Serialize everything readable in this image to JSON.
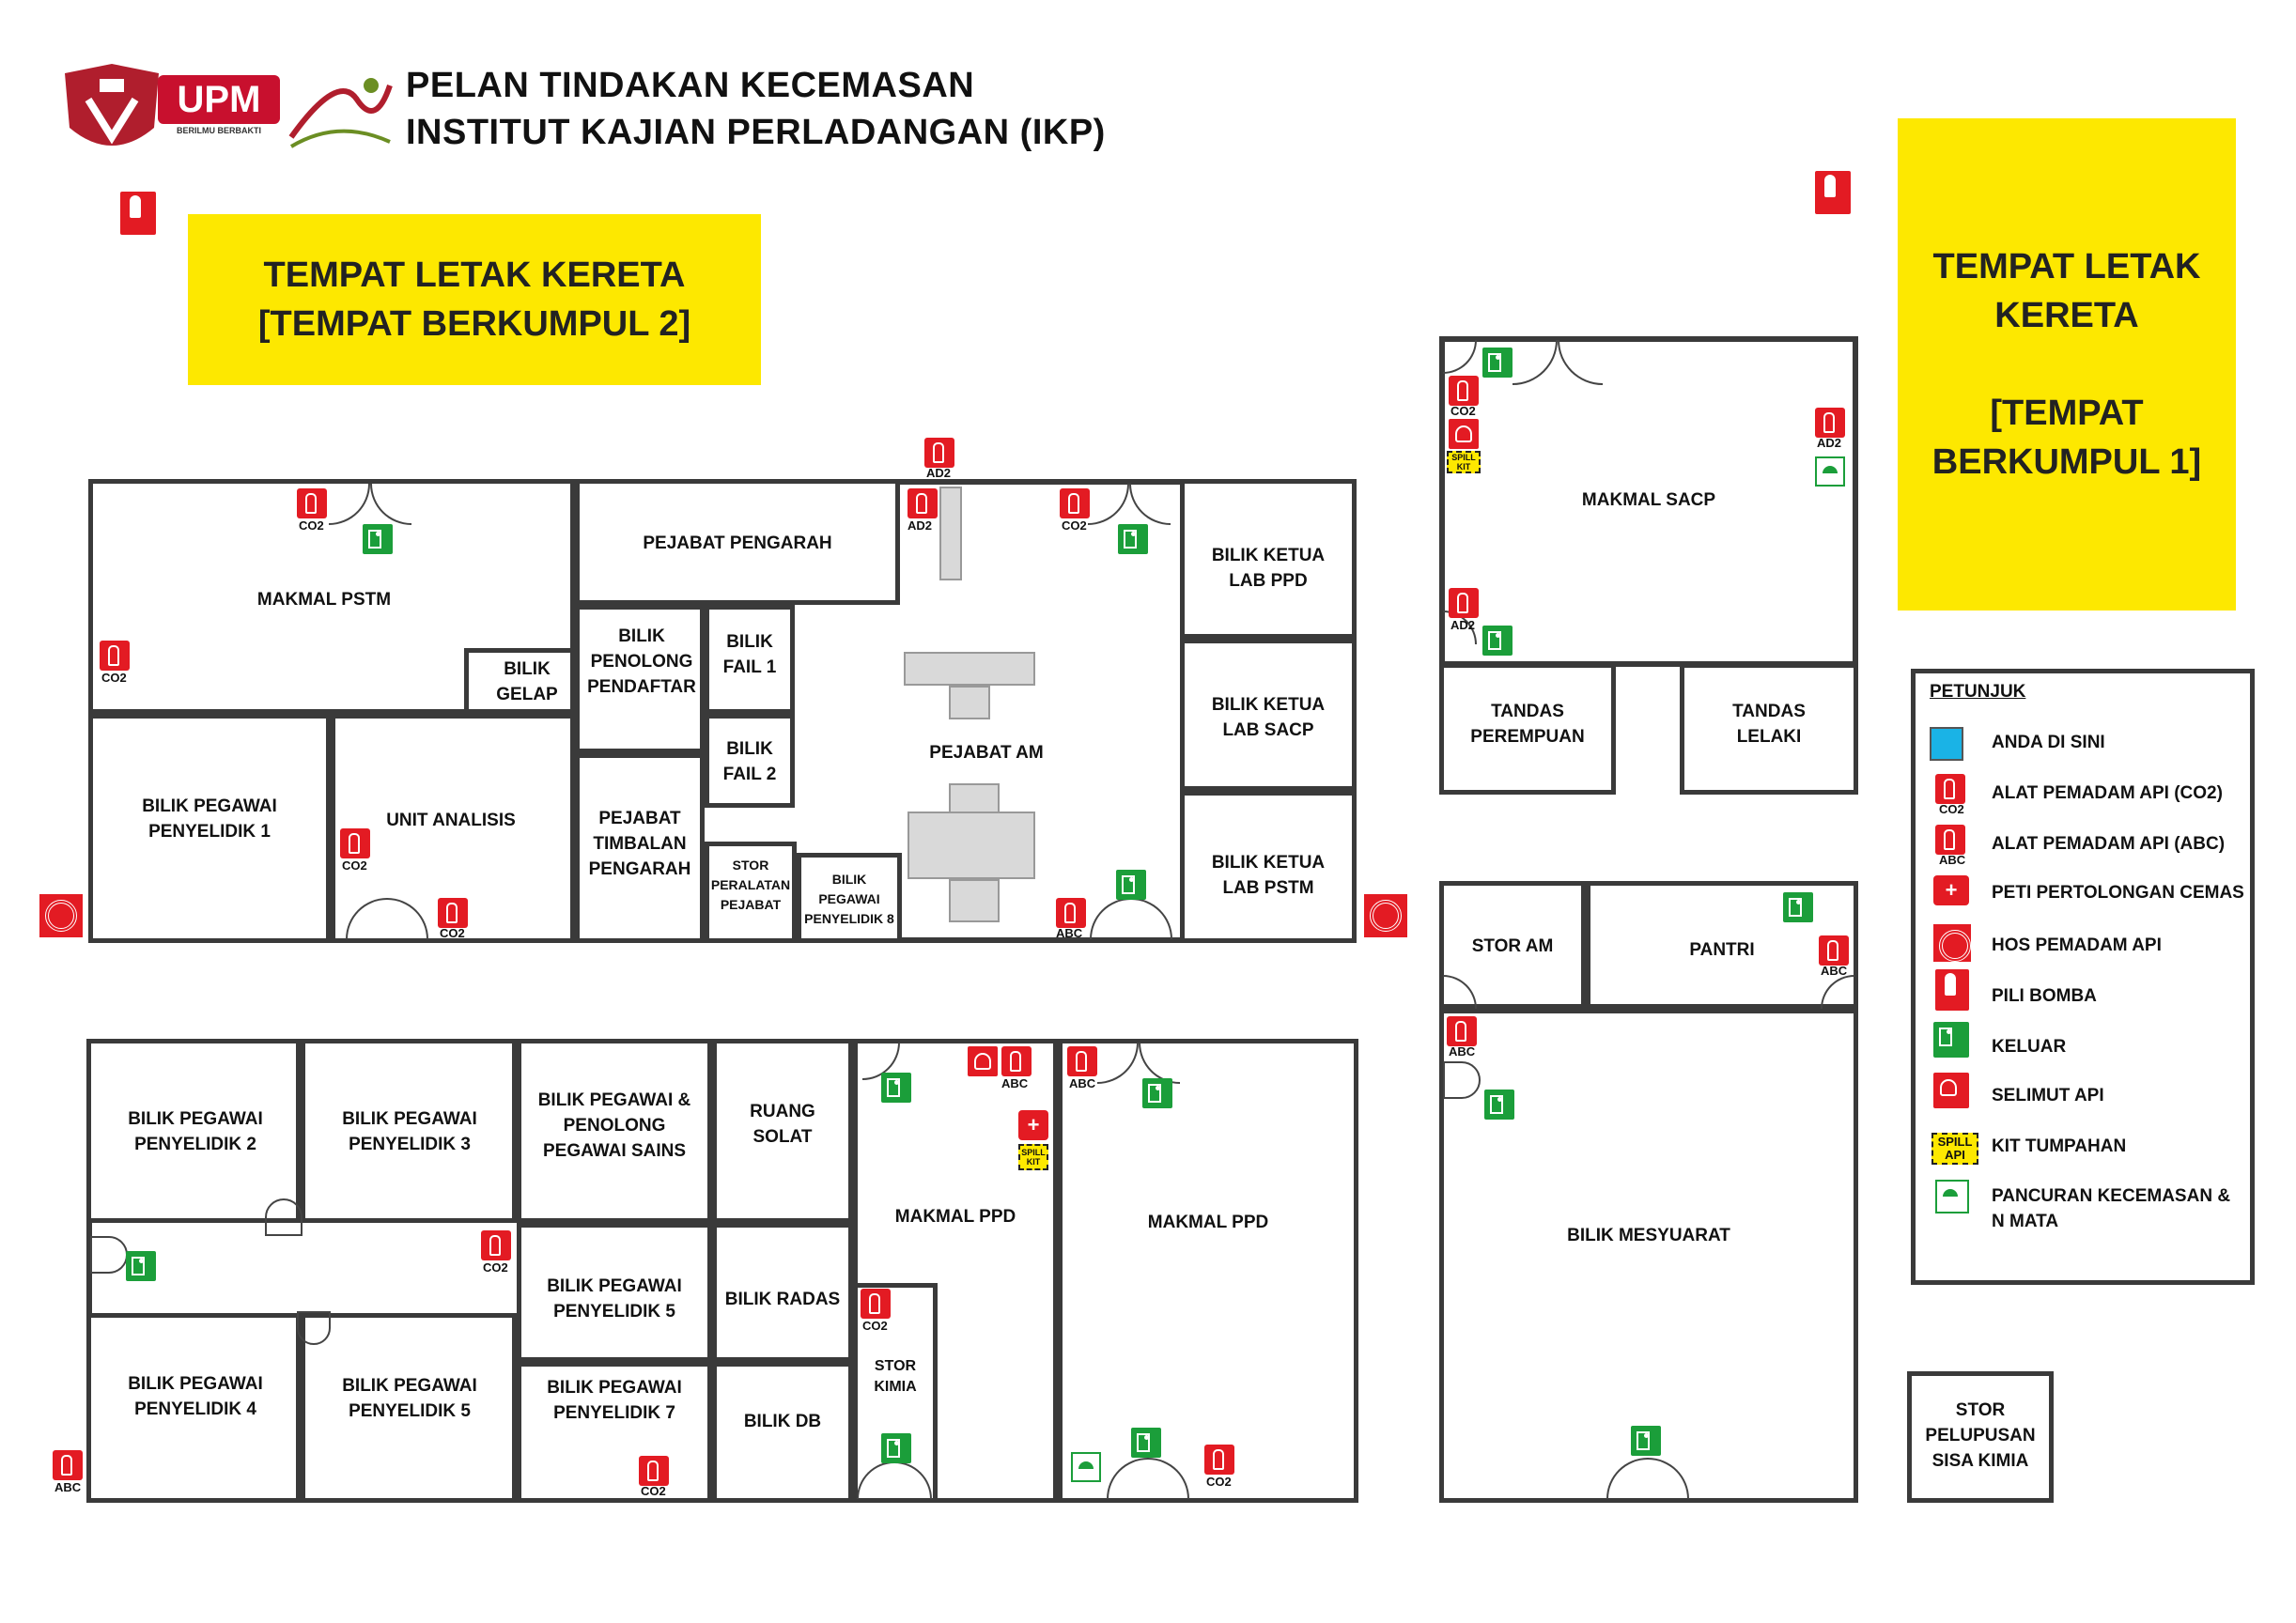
{
  "header": {
    "title_line1": "PELAN TINDAKAN KECEMASAN",
    "title_line2": "INSTITUT KAJIAN PERLADANGAN (IKP)",
    "logo_text": "UPM",
    "logo_motto": "BERILMU BERBAKTI"
  },
  "assembly": {
    "point2_line1": "TEMPAT LETAK KERETA",
    "point2_line2": "[TEMPAT BERKUMPUL 2]",
    "point1_line1": "TEMPAT LETAK",
    "point1_line2": "KERETA",
    "point1_line3": "[TEMPAT",
    "point1_line4": "BERKUMPUL 1]"
  },
  "rooms": {
    "makmal_pstm": "MAKMAL PSTM",
    "bilik_gelap": "BILIK\nGELAP",
    "pejabat_pengarah": "PEJABAT PENGARAH",
    "bilik_penolong": "BILIK\nPENOLONG\nPENDAFTAR",
    "bilik_fail1": "BILIK\nFAIL 1",
    "bilik_fail2": "BILIK\nFAIL 2",
    "pejabat_am": "PEJABAT AM",
    "bilik_ketua_ppd": "BILIK KETUA\nLAB PPD",
    "bilik_ketua_sacp": "BILIK KETUA\nLAB SACP",
    "bilik_ketua_pstm": "BILIK KETUA\nLAB PSTM",
    "bilik_pegawai_1": "BILIK PEGAWAI\nPENYELIDIK 1",
    "unit_analisis": "UNIT ANALISIS",
    "pejabat_timbalan": "PEJABAT\nTIMBALAN\nPENGARAH",
    "stor_peralatan": "STOR\nPERALATAN\nPEJABAT",
    "bilik_pegawai_8": "BILIK\nPEGAWAI\nPENYELIDIK 8",
    "makmal_sacp": "MAKMAL SACP",
    "tandas_perempuan": "TANDAS\nPEREMPUAN",
    "tandas_lelaki": "TANDAS\nLELAKI",
    "stor_am": "STOR AM",
    "pantri": "PANTRI",
    "bilik_mesyuarat": "BILIK MESYUARAT",
    "bilik_pegawai_2": "BILIK PEGAWAI\nPENYELIDIK 2",
    "bilik_pegawai_3": "BILIK PEGAWAI\nPENYELIDIK 3",
    "bilik_pegawai_sains": "BILIK PEGAWAI &\nPENOLONG\nPEGAWAI SAINS",
    "ruang_solat": "RUANG\nSOLAT",
    "bilik_pegawai_4": "BILIK PEGAWAI\nPENYELIDIK 4",
    "bilik_pegawai_5a": "BILIK PEGAWAI\nPENYELIDIK 5",
    "bilik_pegawai_5b": "BILIK PEGAWAI\nPENYELIDIK 5",
    "bilik_pegawai_7": "BILIK PEGAWAI\nPENYELIDIK 7",
    "bilik_radas": "BILIK RADAS",
    "bilik_db": "BILIK DB",
    "stor_kimia": "STOR\nKIMIA",
    "makmal_ppd_1": "MAKMAL PPD",
    "makmal_ppd_2": "MAKMAL PPD",
    "stor_pelupusan": "STOR\nPELUPUSAN\nSISA KIMIA"
  },
  "tags": {
    "co2": "CO2",
    "abc": "ABC",
    "ad2": "AD2",
    "spill": "SPILL KIT"
  },
  "legend": {
    "title": "PETUNJUK",
    "items": [
      {
        "icon": "you-are-here",
        "label": "ANDA DI SINI",
        "color": "#1ab3e6"
      },
      {
        "icon": "extinguisher-co2",
        "label": "ALAT PEMADAM API (CO2)",
        "tag": "CO2"
      },
      {
        "icon": "extinguisher-abc",
        "label": "ALAT PEMADAM API (ABC)",
        "tag": "ABC"
      },
      {
        "icon": "first-aid",
        "label": "PETI PERTOLONGAN CEMAS"
      },
      {
        "icon": "fire-hose",
        "label": "HOS PEMADAM API"
      },
      {
        "icon": "hydrant",
        "label": "PILI BOMBA"
      },
      {
        "icon": "exit",
        "label": "KELUAR"
      },
      {
        "icon": "fire-blanket",
        "label": "SELIMUT API"
      },
      {
        "icon": "spill-kit",
        "label": "KIT TUMPAHAN",
        "tag": "SPILL API"
      },
      {
        "icon": "emergency-shower",
        "label": "PANCURAN KECEMASAN &\nN MATA"
      }
    ]
  },
  "colors": {
    "assembly": "#fde800",
    "safety_red": "#e31b23",
    "exit_green": "#1b9e3a",
    "you_here": "#1ab3e6",
    "wall": "#3a3a3a"
  }
}
